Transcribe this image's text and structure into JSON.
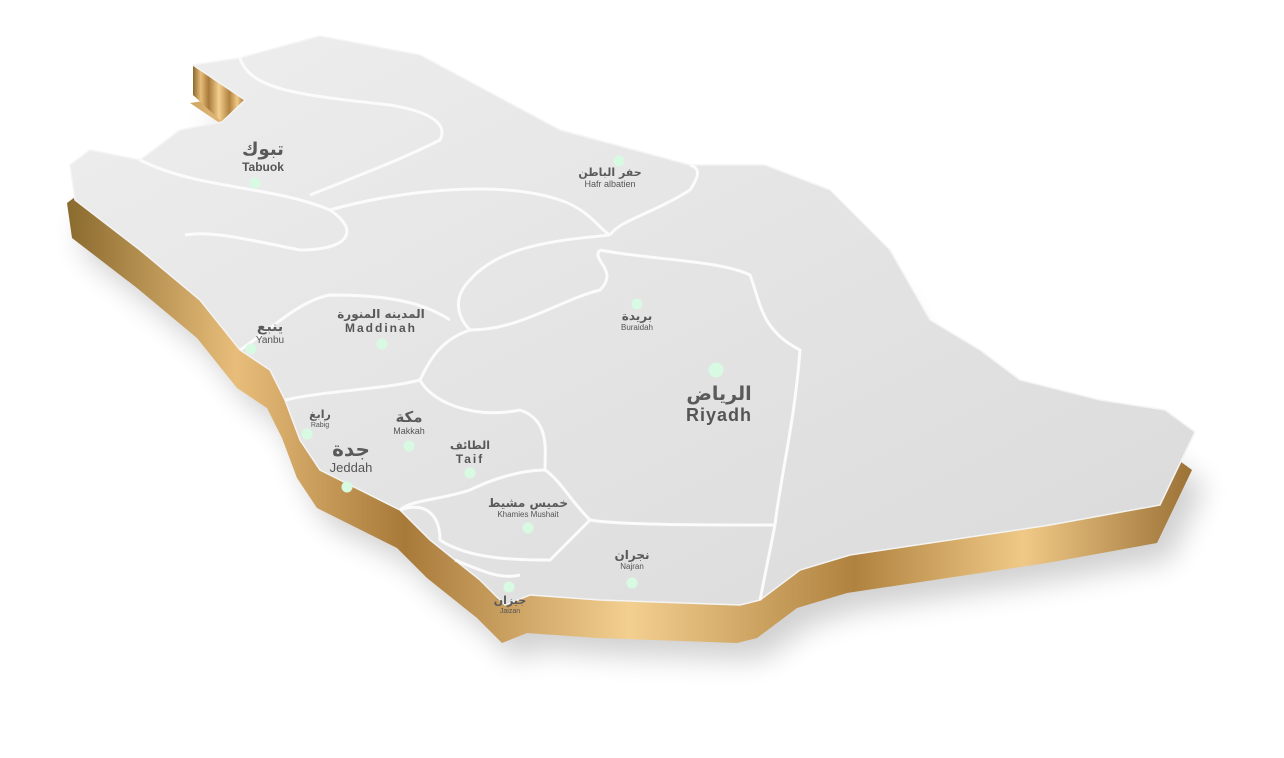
{
  "map": {
    "colors": {
      "land": "#e6e6e6",
      "border": "#ffffff",
      "extrusion": "#c9995a",
      "dot": "#d8fae2"
    },
    "cities": [
      {
        "ar": "تبوك",
        "en": "Tabuok"
      },
      {
        "ar": "حفر الباطن",
        "en": "Hafr albatien"
      },
      {
        "ar": "المدينه المنورة",
        "en": "Maddinah"
      },
      {
        "ar": "ينبع",
        "en": "Yanbu"
      },
      {
        "ar": "بريدة",
        "en": "Buraidah"
      },
      {
        "ar": "الرياض",
        "en": "Riyadh"
      },
      {
        "ar": "رابغ",
        "en": "Rabig"
      },
      {
        "ar": "مكة",
        "en": "Makkah"
      },
      {
        "ar": "جدة",
        "en": "Jeddah"
      },
      {
        "ar": "الطائف",
        "en": "Taif"
      },
      {
        "ar": "خميس مشيط",
        "en": "Khamies Mushait"
      },
      {
        "ar": "نجران",
        "en": "Najran"
      },
      {
        "ar": "جيزان",
        "en": "Jaizan"
      }
    ]
  }
}
